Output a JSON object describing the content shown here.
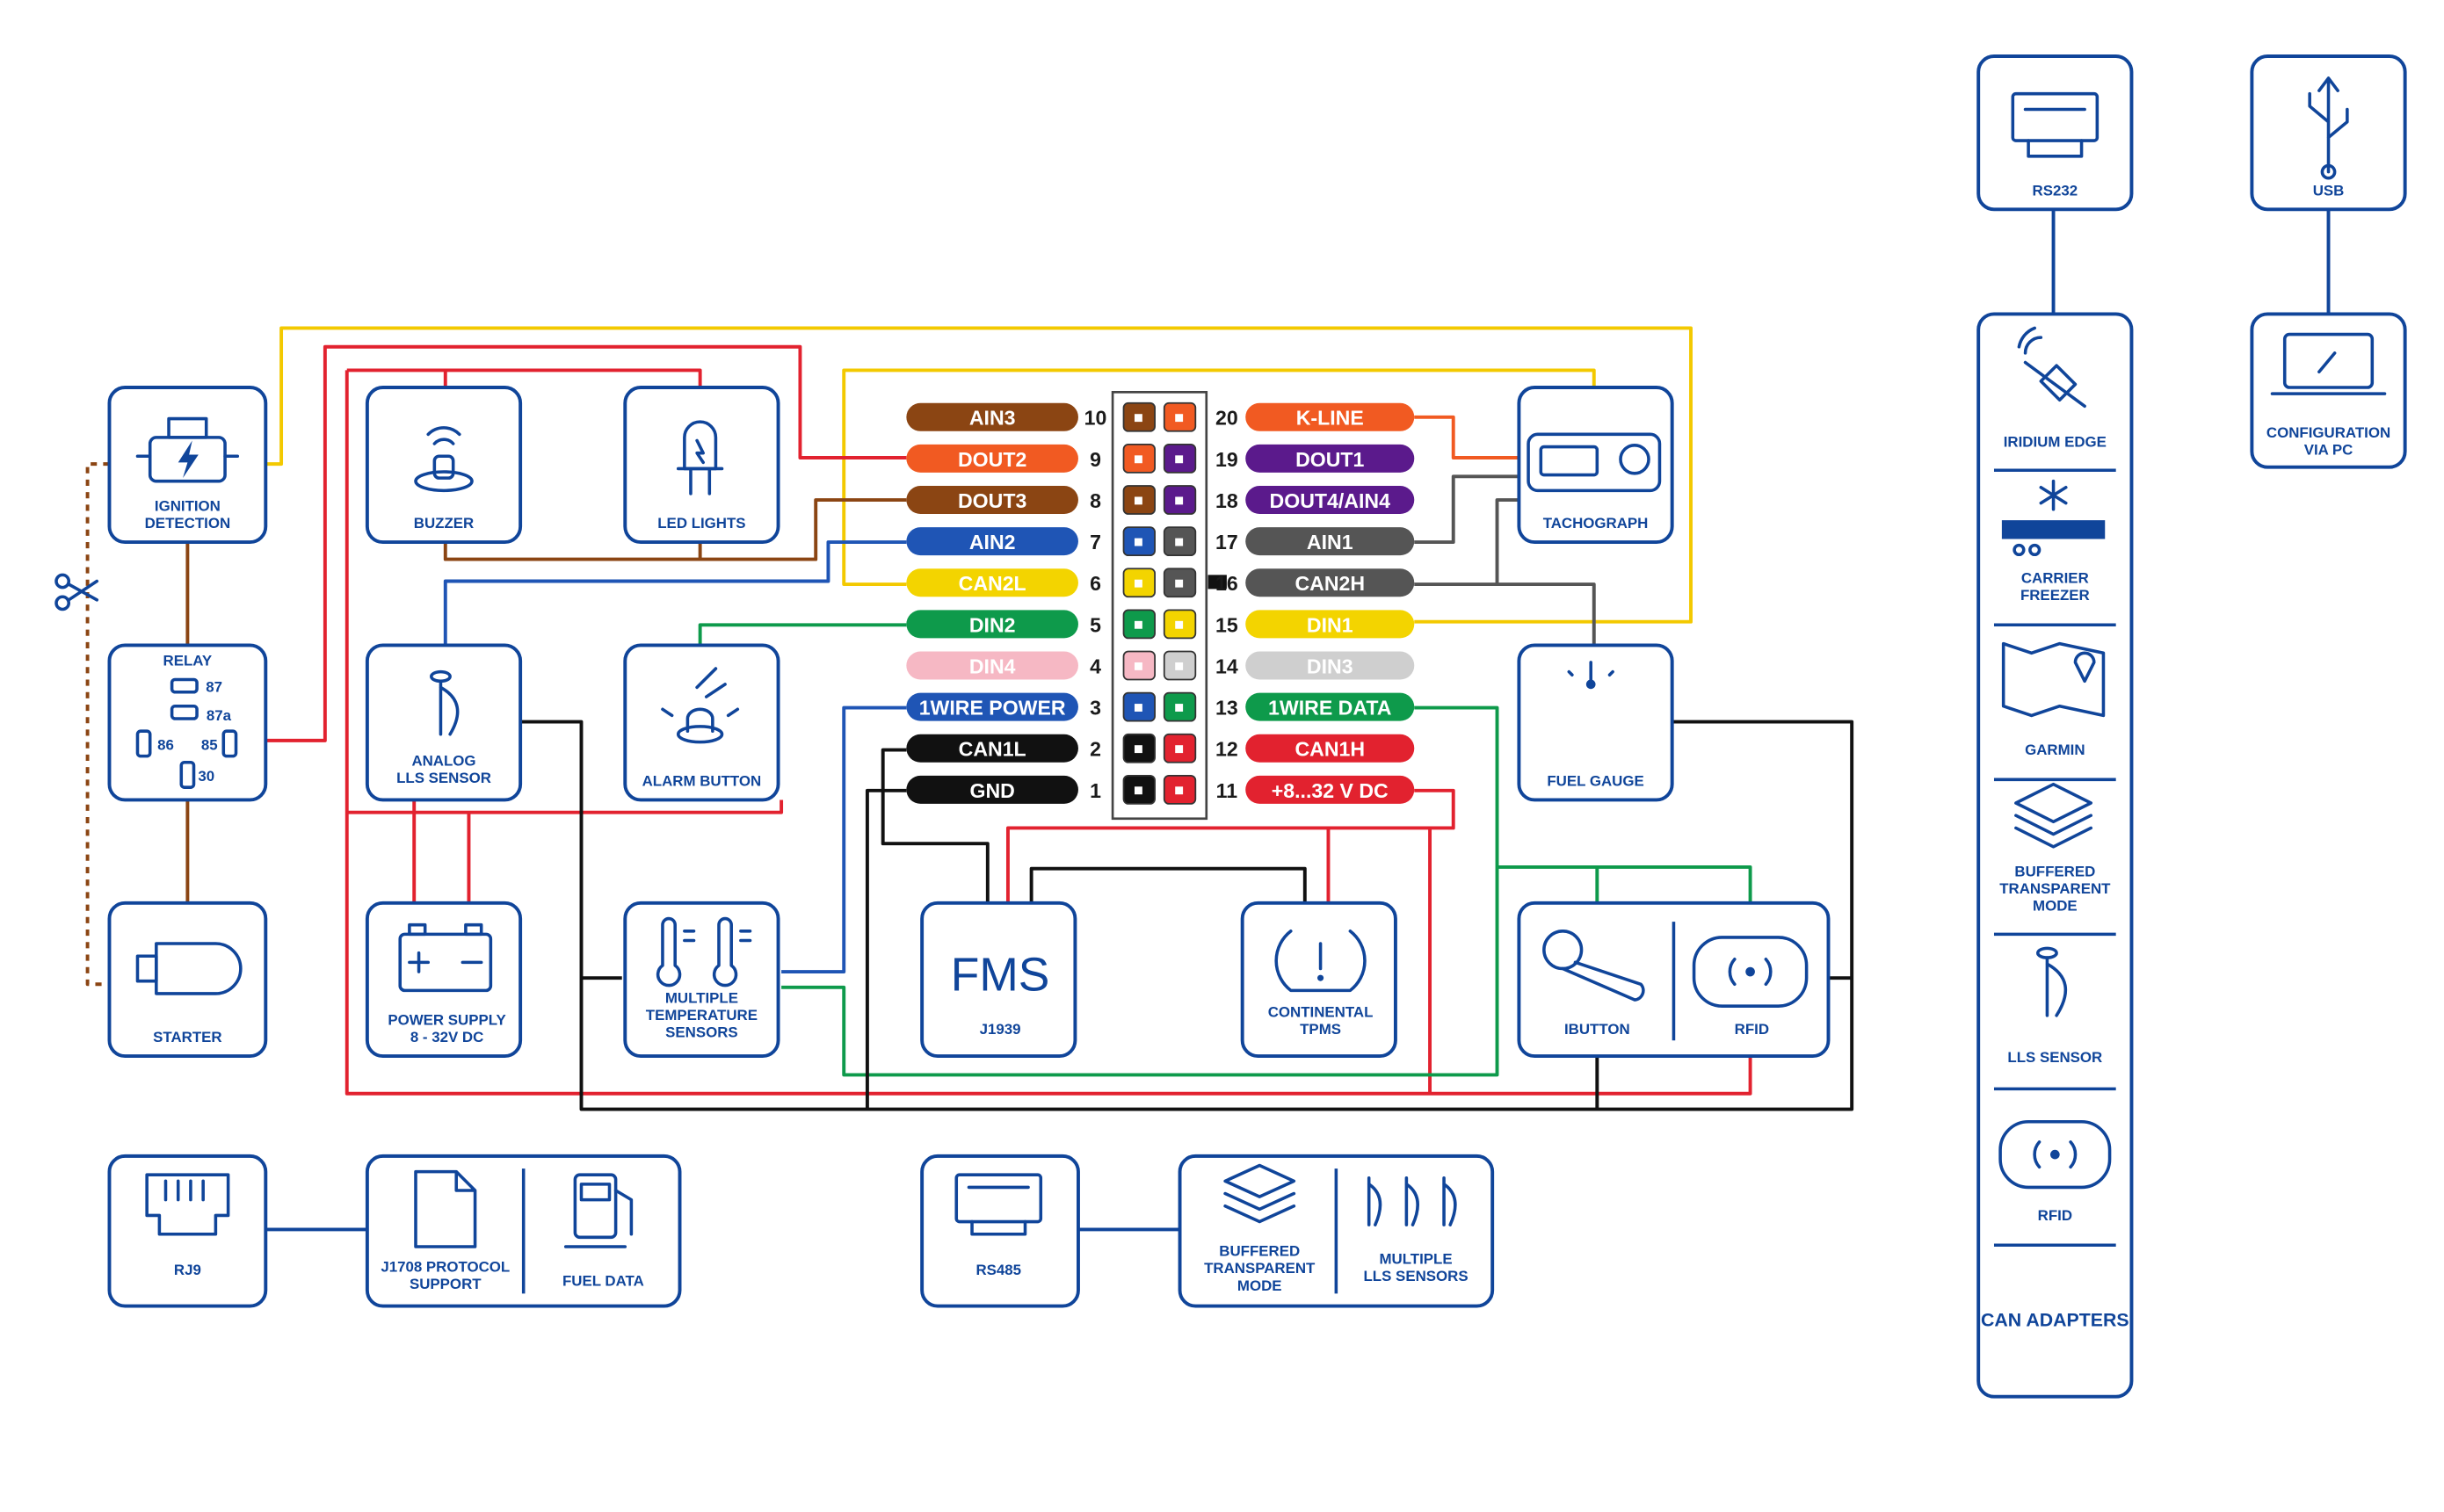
{
  "colors": {
    "brand": "#10459a",
    "yellow": "#f3c900",
    "red": "#e2222f",
    "brown": "#8b4513",
    "black": "#111111",
    "blue": "#1f55b5",
    "green": "#0e9a4b",
    "gray": "#555555"
  },
  "devices": {
    "ignition": "IGNITION DETECTION",
    "relay": "RELAY",
    "relay_pins": [
      "87",
      "87a",
      "86",
      "85",
      "30"
    ],
    "starter": "STARTER",
    "buzzer": "BUZZER",
    "led": "LED LIGHTS",
    "analog_lls": "ANALOG LLS SENSOR",
    "alarm": "ALARM BUTTON",
    "power_supply": "POWER SUPPLY 8 - 32V DC",
    "temperature": "MULTIPLE TEMPERATURE SENSORS",
    "fms_logo": "FMS",
    "fms": "J1939",
    "tpms": "CONTINENTAL TPMS",
    "tachograph": "TACHOGRAPH",
    "fuel_gauge": "FUEL GAUGE",
    "ibutton": "IBUTTON",
    "rfid": "RFID",
    "rj9": "RJ9",
    "j1708": "J1708 PROTOCOL SUPPORT",
    "fuel_data": "FUEL DATA",
    "rs485": "RS485",
    "buffered": "BUFFERED TRANSPARENT MODE",
    "multi_lls": "MULTIPLE LLS SENSORS",
    "rs232": "RS232",
    "usb": "USB",
    "config_pc": "CONFIGURATION VIA PC"
  },
  "rs232_list": {
    "items": [
      "IRIDIUM EDGE",
      "CARRIER FREEZER",
      "GARMIN",
      "BUFFERED TRANSPARENT MODE",
      "LLS SENSOR",
      "RFID",
      "CAN ADAPTERS"
    ]
  },
  "pins_left": [
    {
      "num": "10",
      "label": "AIN3",
      "color": "#8b4513",
      "text": "#ffffff"
    },
    {
      "num": "9",
      "label": "DOUT2",
      "color": "#f15a22",
      "text": "#ffffff"
    },
    {
      "num": "8",
      "label": "DOUT3",
      "color": "#8b4513",
      "text": "#ffffff"
    },
    {
      "num": "7",
      "label": "AIN2",
      "color": "#1f55b5",
      "text": "#ffffff"
    },
    {
      "num": "6",
      "label": "CAN2L",
      "color": "#f3d400",
      "text": "#ffffff"
    },
    {
      "num": "5",
      "label": "DIN2",
      "color": "#0e9a4b",
      "text": "#ffffff"
    },
    {
      "num": "4",
      "label": "DIN4",
      "color": "#f6b8c4",
      "text": "#ffffff"
    },
    {
      "num": "3",
      "label": "1WIRE POWER",
      "color": "#1f55b5",
      "text": "#ffffff"
    },
    {
      "num": "2",
      "label": "CAN1L",
      "color": "#111111",
      "text": "#ffffff"
    },
    {
      "num": "1",
      "label": "GND",
      "color": "#111111",
      "text": "#ffffff"
    }
  ],
  "pins_right": [
    {
      "num": "20",
      "label": "K-LINE",
      "color": "#f15a22",
      "text": "#ffffff"
    },
    {
      "num": "19",
      "label": "DOUT1",
      "color": "#5b1a8c",
      "text": "#ffffff"
    },
    {
      "num": "18",
      "label": "DOUT4/AIN4",
      "color": "#5b1a8c",
      "text": "#ffffff"
    },
    {
      "num": "17",
      "label": "AIN1",
      "color": "#555555",
      "text": "#ffffff"
    },
    {
      "num": "16",
      "label": "CAN2H",
      "color": "#555555",
      "text": "#ffffff"
    },
    {
      "num": "15",
      "label": "DIN1",
      "color": "#f3d400",
      "text": "#ffffff"
    },
    {
      "num": "14",
      "label": "DIN3",
      "color": "#cfcfcf",
      "text": "#ffffff"
    },
    {
      "num": "13",
      "label": "1WIRE DATA",
      "color": "#0e9a4b",
      "text": "#ffffff"
    },
    {
      "num": "12",
      "label": "CAN1H",
      "color": "#e2222f",
      "text": "#ffffff"
    },
    {
      "num": "11",
      "label": "+8...32 V DC",
      "color": "#e2222f",
      "text": "#ffffff"
    }
  ]
}
